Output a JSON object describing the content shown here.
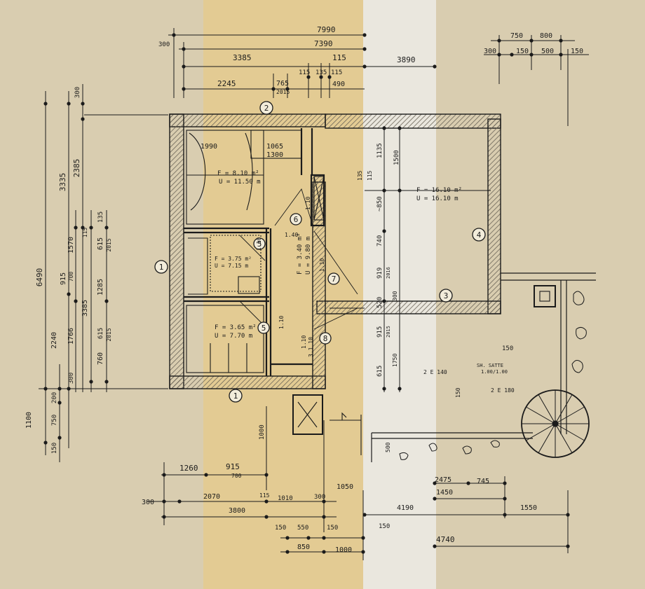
{
  "colors": {
    "paper": "#d9cdb0",
    "strip_yellow": "#e6c98a",
    "strip_white": "#eeeeea",
    "ink": "#1b1b1b",
    "hatch": "#6b6558"
  },
  "top_dims": {
    "d7990": "7990",
    "d7390": "7390",
    "d3385": "3385",
    "d3890": "3890",
    "d115a": "115",
    "d115b": "115",
    "d135": "135",
    "d115c": "115",
    "d2245": "2245",
    "d765": "765",
    "d2015": "2015",
    "d490": "490",
    "d300": "300",
    "r750": "750",
    "r800": "800",
    "r300": "300",
    "r150a": "150",
    "r500": "500",
    "r150b": "150"
  },
  "left_dims": {
    "d6490": "6490",
    "d3335": "3335",
    "d2385": "2385",
    "d300": "300",
    "d915": "915",
    "d700": "700",
    "d1570": "1570",
    "d115": "115",
    "d135": "135",
    "d615a": "615",
    "d2015a": "2015",
    "d2240": "2240",
    "d1766": "1766",
    "d3385": "3385",
    "d1285": "1285",
    "d760": "760",
    "d615b": "615",
    "d2015b": "2015",
    "d1100": "1100",
    "d750": "750",
    "d200": "200",
    "d300b": "300",
    "d150": "150"
  },
  "rooms": {
    "bedroom_area": "F = 8.10 m²",
    "bedroom_perim": "U = 11.50 m",
    "bath_area": "F = 3.75 m²",
    "bath_perim": "U = 7.15 m",
    "small_area": "F = 3.65 m²",
    "small_perim": "U = 7.70 m",
    "hall_area": "F = 3.40 m²",
    "hall_perim": "U = 9.80 m",
    "large_area": "F = 16.10 m²",
    "large_perim": "U = 16.10 m"
  },
  "interior_dims": {
    "d1990": "1990",
    "d1065": "1065",
    "d1300": "1300",
    "d135": "135",
    "d115": "115",
    "d1135": "1135",
    "d1500": "1500",
    "d850": "~850",
    "d740": "740",
    "d919": "919",
    "d2016": "2016",
    "d520": "520",
    "d300": "300",
    "d915": "915",
    "d2015": "2015",
    "d615": "615",
    "d1750": "1750",
    "d150": "150",
    "d2x140": "2 E 140",
    "d2x180": "2 E 180",
    "d150b": "150",
    "shaft1": "SH. SATTE",
    "shaft2": "1.00/1.00",
    "d110a": "1.10",
    "d110b": "1.10",
    "d110c": "1.10",
    "d110d": "1.10",
    "d110e": "1.10",
    "d31": "3.1 10",
    "d140": "1.40",
    "d1000": "1000",
    "d500": "500",
    "d150c": "150"
  },
  "markers": {
    "m1a": "1",
    "m1b": "1",
    "m2": "2",
    "m3": "3",
    "m4": "4",
    "m5a": "5",
    "m5b": "5",
    "m6": "6",
    "m7": "7",
    "m8": "8"
  },
  "bottom_dims": {
    "d1260": "1260",
    "d915": "915",
    "d700": "700",
    "d300": "300",
    "d2070": "2070",
    "d115": "115",
    "d1010": "1010",
    "d300b": "300",
    "d1050": "1050",
    "d3800": "3800",
    "d150a": "150",
    "d550": "550",
    "d150b": "150",
    "d850": "850",
    "d1000": "1000",
    "d150c": "150",
    "d2475": "2475",
    "d745": "745",
    "d1450": "1450",
    "d4190": "4190",
    "d1550": "1550",
    "d4740": "4740"
  }
}
